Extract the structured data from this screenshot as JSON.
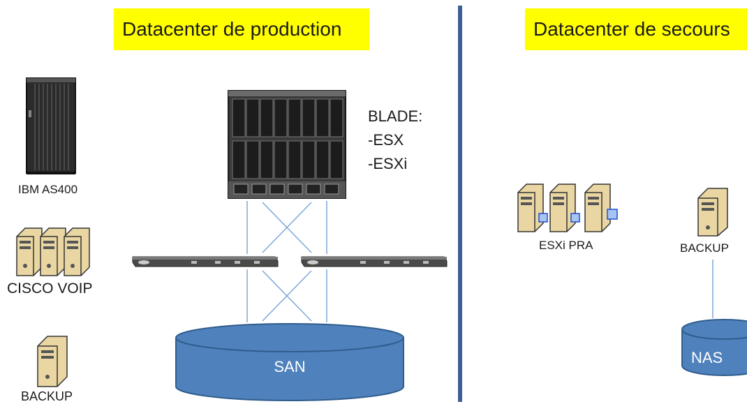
{
  "titles": {
    "production": "Datacenter de production",
    "secours": "Datacenter de secours"
  },
  "production": {
    "ibm": "IBM AS400",
    "cisco": "CISCO VOIP",
    "backup": "BACKUP",
    "blade_lines": [
      "BLADE:",
      "-ESX",
      "-ESXi"
    ],
    "san": "SAN"
  },
  "secours": {
    "esxi_pra": "ESXi PRA",
    "backup": "BACKUP",
    "nas": "NAS"
  },
  "colors": {
    "title_bg": "#ffff00",
    "divider": "#3d5f93",
    "disk_fill": "#4f81bd",
    "disk_stroke": "#2f5d8c",
    "link": "#7aa7d8"
  },
  "icons": [
    "rack-icon",
    "server-icon",
    "blade-chassis-icon",
    "switch-icon",
    "disk-icon"
  ]
}
